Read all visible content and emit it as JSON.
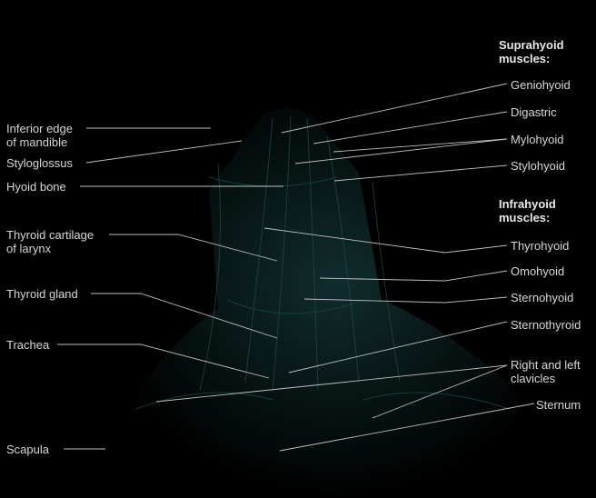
{
  "left_labels": [
    {
      "id": "inferior-edge-mandible",
      "lines": [
        "Inferior edge",
        "of mandible"
      ]
    },
    {
      "id": "styloglossus",
      "lines": [
        "Styloglossus"
      ]
    },
    {
      "id": "hyoid-bone",
      "lines": [
        "Hyoid bone"
      ]
    },
    {
      "id": "thyroid-cartilage",
      "lines": [
        "Thyroid cartilage",
        "of larynx"
      ]
    },
    {
      "id": "thyroid-gland",
      "lines": [
        "Thyroid gland"
      ]
    },
    {
      "id": "trachea",
      "lines": [
        "Trachea"
      ]
    },
    {
      "id": "scapula",
      "lines": [
        "Scapula"
      ]
    }
  ],
  "suprahyoid_header": [
    "Suprahyoid",
    "muscles:"
  ],
  "infrahyoid_header": [
    "Infrahyoid",
    "muscles:"
  ],
  "right_labels": [
    {
      "id": "geniohyoid",
      "lines": [
        "Geniohyoid"
      ]
    },
    {
      "id": "digastric",
      "lines": [
        "Digastric"
      ]
    },
    {
      "id": "mylohyoid",
      "lines": [
        "Mylohyoid"
      ]
    },
    {
      "id": "stylohyoid",
      "lines": [
        "Stylohyoid"
      ]
    },
    {
      "id": "thyrohyoid",
      "lines": [
        "Thyrohyoid"
      ]
    },
    {
      "id": "omohyoid",
      "lines": [
        "Omohyoid"
      ]
    },
    {
      "id": "sternohyoid",
      "lines": [
        "Sternohyoid"
      ]
    },
    {
      "id": "sternothyroid",
      "lines": [
        "Sternothyroid"
      ]
    },
    {
      "id": "clavicles",
      "lines": [
        "Right and left",
        "clavicles"
      ]
    },
    {
      "id": "sternum",
      "lines": [
        "Sternum"
      ]
    }
  ],
  "colors": {
    "background": "#000000",
    "label_text": "#d6d6d6",
    "leader_line": "#bfbfbf",
    "muscle_tint": "#0e2a2a"
  }
}
